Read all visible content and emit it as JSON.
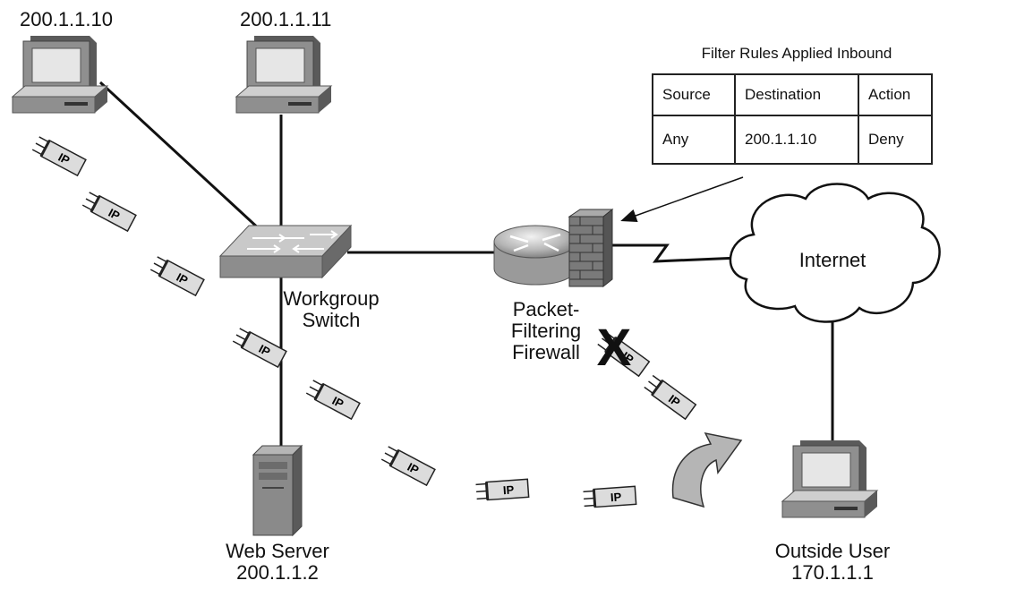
{
  "hosts": {
    "pc1": {
      "ip": "200.1.1.10"
    },
    "pc2": {
      "ip": "200.1.1.11"
    }
  },
  "switch": {
    "label_line1": "Workgroup",
    "label_line2": "Switch"
  },
  "firewall": {
    "label_line1": "Packet-",
    "label_line2": "Filtering",
    "label_line3": "Firewall"
  },
  "cloud": {
    "label": "Internet"
  },
  "web_server": {
    "label": "Web Server",
    "ip": "200.1.1.2"
  },
  "outside_user": {
    "label": "Outside User",
    "ip": "170.1.1.1"
  },
  "packet_label": "IP",
  "blocked_marker": "X",
  "filter_rules": {
    "title": "Filter Rules Applied Inbound",
    "headers": [
      "Source",
      "Destination",
      "Action"
    ],
    "rows": [
      [
        "Any",
        "200.1.1.10",
        "Deny"
      ]
    ]
  },
  "colors": {
    "device_gray": "#8f8f8f",
    "device_dark": "#5a5a5a",
    "device_light": "#cfcfcf",
    "packet_fill": "#dcdcdc"
  }
}
